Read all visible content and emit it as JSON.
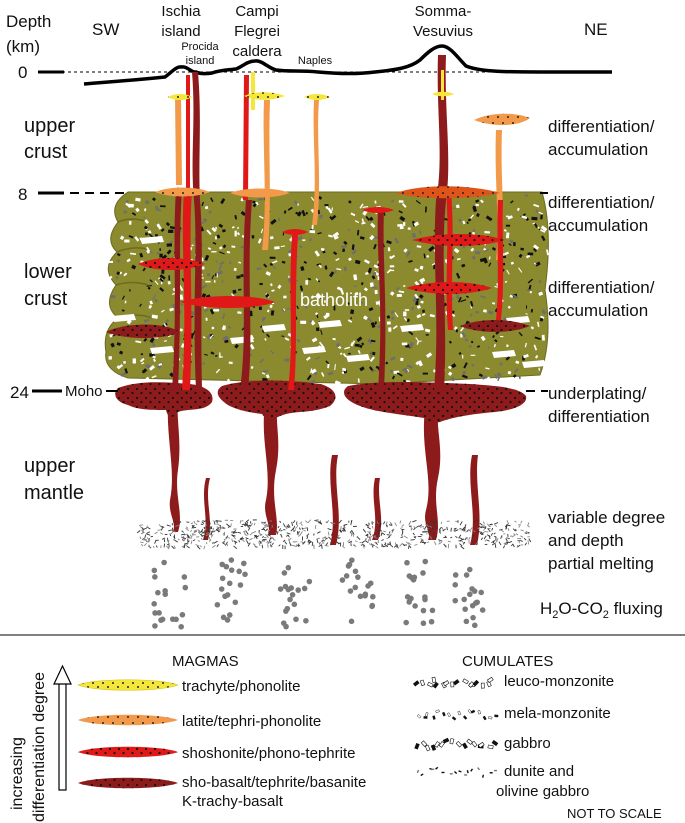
{
  "axis": {
    "title_line1": "Depth",
    "title_line2": "(km)",
    "ticks": [
      {
        "value": "0"
      },
      {
        "value": "8"
      },
      {
        "value": "24"
      }
    ],
    "moho_label": "Moho"
  },
  "directions": {
    "left": "SW",
    "right": "NE"
  },
  "volcanoes": {
    "ischia_line1": "Ischia",
    "ischia_line2": "island",
    "procida_line1": "Procida",
    "procida_line2": "island",
    "campi_line1": "Campi",
    "campi_line2": "Flegrei",
    "campi_line3": "caldera",
    "naples": "Naples",
    "somma_line1": "Somma-",
    "somma_line2": "Vesuvius"
  },
  "layers": {
    "upper_crust_line1": "upper",
    "upper_crust_line2": "crust",
    "lower_crust_line1": "lower",
    "lower_crust_line2": "crust",
    "upper_mantle_line1": "upper",
    "upper_mantle_line2": "mantle",
    "batholith": "batholith"
  },
  "processes": {
    "p1_line1": "differentiation/",
    "p1_line2": "accumulation",
    "p2_line1": "differentiation/",
    "p2_line2": "accumulation",
    "p3_line1": "differentiation/",
    "p3_line2": "accumulation",
    "p4_line1": "underplating/",
    "p4_line2": "differentiation",
    "p5_line1": "variable degree",
    "p5_line2": "and depth",
    "p5_line3": "partial melting",
    "p6_prefix": "H",
    "p6_sub1": "2",
    "p6_mid": "O-CO",
    "p6_sub2": "2",
    "p6_suffix": " fluxing"
  },
  "legend": {
    "magmas_title": "MAGMAS",
    "cumulates_title": "CUMULATES",
    "arrow_line1": "increasing",
    "arrow_line2": "differentiation degree",
    "magmas": [
      {
        "label": "trachyte/phonolite",
        "color": "#f5e63a"
      },
      {
        "label": "latite/tephri-phonolite",
        "color": "#f29a4a"
      },
      {
        "label": "shoshonite/phono-tephrite",
        "color": "#e01818"
      },
      {
        "label": "sho-basalt/tephrite/basanite",
        "label2": "K-trachy-basalt",
        "color": "#8e1b1b"
      }
    ],
    "cumulates": [
      {
        "label": "leuco-monzonite"
      },
      {
        "label": "mela-monzonite"
      },
      {
        "label": "gabbro"
      },
      {
        "label": "dunite and",
        "label2": "olivine gabbro"
      }
    ],
    "note": "NOT TO SCALE"
  },
  "colors": {
    "crust": "#8b8a2e",
    "yellow": "#f5e63a",
    "orange": "#f29a4a",
    "red": "#e01818",
    "darkred": "#8e1b1b",
    "mantle_dot": "#7a7a7a"
  }
}
